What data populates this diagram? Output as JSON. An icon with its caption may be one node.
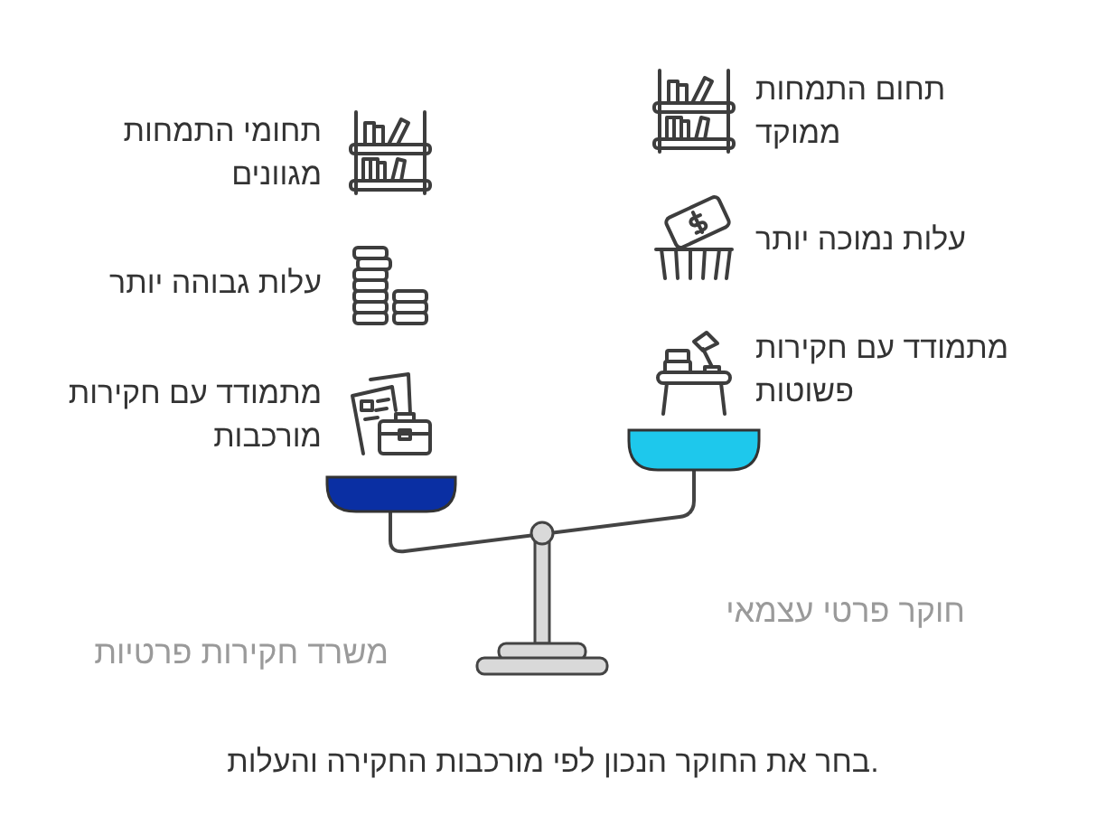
{
  "diagram": {
    "caption": "בחר את החוקר הנכון לפי מורכבות החקירה והעלות.",
    "labels": [
      "תחום התמחות ממוקד",
      "עלות נמוכה יותר",
      "מתמודד עם חקירות פשוטות",
      "תחומי התמחות מגוונים",
      "עלות גבוהה יותר",
      "מתמודד עם חקירות מורכבות",
      "חוקר פרטי עצמאי",
      "משרד חקירות פרטיות"
    ]
  }
}
